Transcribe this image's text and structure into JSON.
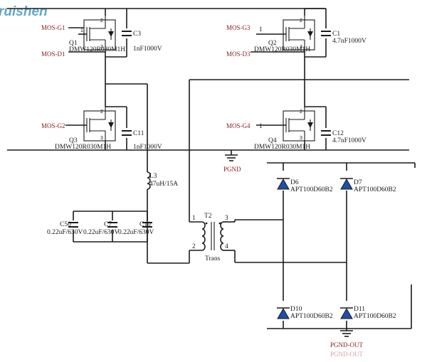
{
  "logo": {
    "text": "ruishen"
  },
  "colors": {
    "wire": "#1a1a1a",
    "net_label": "#8b1a1a",
    "diode": "#1f4fa8",
    "logo": "#5fa7c9"
  },
  "nets": {
    "mos_g1": "MOS-G1",
    "mos_d1": "MOS-D1",
    "mos_g2": "MOS-G2",
    "mos_g3": "MOS-G3",
    "mos_d3": "MOS-D3",
    "mos_g4": "MOS-G4",
    "pgnd": "PGND",
    "pgnd_out": "PGND-OUT",
    "pgnd_out_ghost": "PGND-OUT"
  },
  "mosfets": [
    {
      "ref": "Q1",
      "part": "DMW120R030M1H"
    },
    {
      "ref": "Q2",
      "part": "DMW120R030M1H"
    },
    {
      "ref": "Q3",
      "part": "DMW120R030M1H"
    },
    {
      "ref": "Q4",
      "part": "DMW120R030M1H"
    }
  ],
  "capacitors": [
    {
      "ref": "C3",
      "value": "1nF1000V"
    },
    {
      "ref": "C1",
      "value": "4.7nF1000V"
    },
    {
      "ref": "C11",
      "value": "1nF1000V"
    },
    {
      "ref": "C12",
      "value": "4.7nF1000V"
    },
    {
      "ref": "C50",
      "value": "0.22uF/630V"
    },
    {
      "ref": "C7",
      "value": "0.22uF/630V"
    },
    {
      "ref": "C10",
      "value": "0.22uF/630V"
    }
  ],
  "inductor": {
    "ref": "L3",
    "value": "47uH/15A"
  },
  "transformer": {
    "ref": "T2",
    "part": "Trans",
    "pins": [
      "1",
      "2",
      "3",
      "4"
    ]
  },
  "diodes": [
    {
      "ref": "D6",
      "part": "APT100D60B2"
    },
    {
      "ref": "D7",
      "part": "APT100D60B2"
    },
    {
      "ref": "D10",
      "part": "APT100D60B2"
    },
    {
      "ref": "D11",
      "part": "APT100D60B2"
    }
  ],
  "pin_numbers": {
    "gate": "1",
    "drain": "2",
    "source": "3"
  }
}
